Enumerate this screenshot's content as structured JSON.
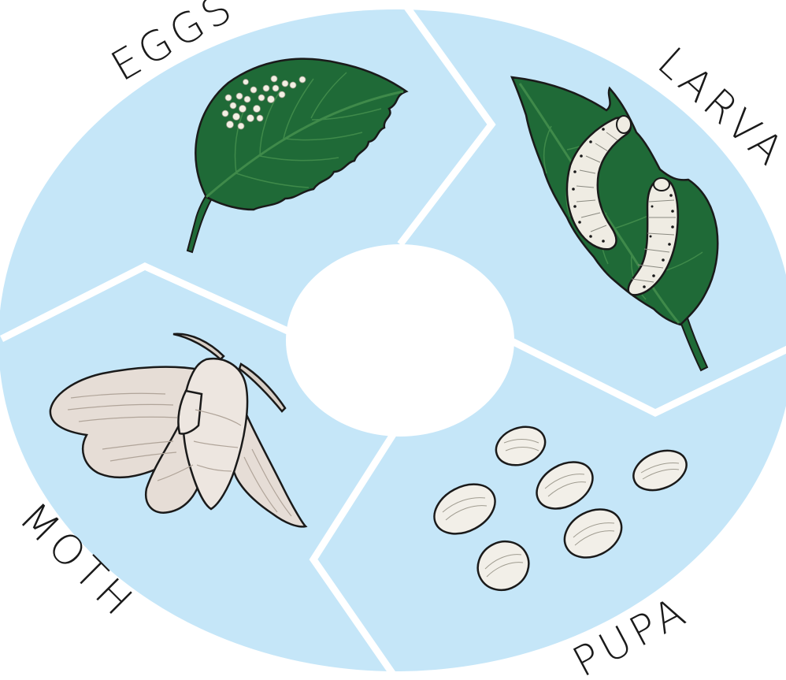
{
  "diagram": {
    "type": "life-cycle",
    "background_color": "#c5e6f8",
    "divider_color": "#ffffff",
    "center_color": "#ffffff",
    "stages": [
      {
        "label": "EGGS"
      },
      {
        "label": "LARVA"
      },
      {
        "label": "PUPA"
      },
      {
        "label": "MOTH"
      }
    ],
    "colors": {
      "leaf": "#1f6a37",
      "leaf_vein": "#3f8a4a",
      "egg": "#f3f0e4",
      "larva": "#efece3",
      "cocoon": "#f2efe8",
      "moth": "#e6ddd6",
      "outline": "#1a1a1a"
    }
  }
}
